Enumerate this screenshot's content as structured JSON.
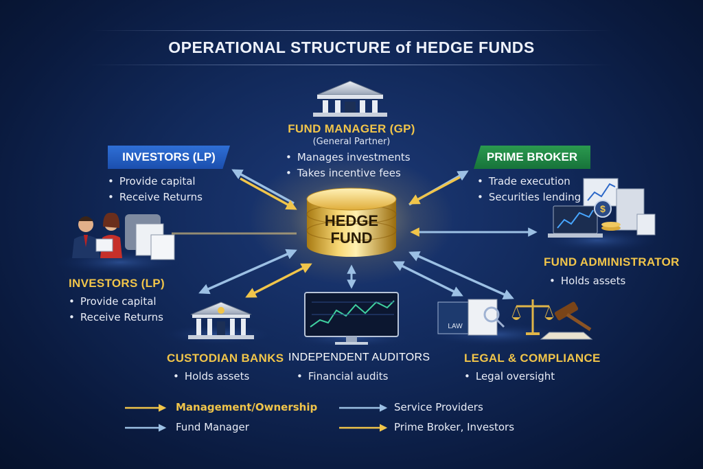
{
  "title": "OPERATIONAL STRUCTURE of HEDGE FUNDS",
  "center": {
    "line1": "HEDGE",
    "line2": "FUND"
  },
  "fund_manager": {
    "heading": "FUND MANAGER (GP)",
    "subtitle": "(General Partner)",
    "bullets": [
      "Manages investments",
      "Takes incentive fees"
    ]
  },
  "investors_top": {
    "heading": "INVESTORS (LP)",
    "bullets": [
      "Provide capital",
      "Receive Returns"
    ]
  },
  "investors_left": {
    "heading": "INVESTORS (LP)",
    "bullets": [
      "Provide capital",
      "Receive Returns"
    ]
  },
  "prime_broker": {
    "heading": "PRIME BROKER",
    "bullets": [
      "Trade execution",
      "Securities lending"
    ]
  },
  "fund_administrator": {
    "heading": "FUND ADMINISTRATOR",
    "bullets": [
      "Holds assets"
    ]
  },
  "custodian_banks": {
    "heading": "CUSTODIAN BANKS",
    "bullets": [
      "Holds assets"
    ]
  },
  "independent_auditors": {
    "heading": "INDEPENDENT AUDITORS",
    "bullets": [
      "Financial audits"
    ]
  },
  "legal_compliance": {
    "heading": "LEGAL & COMPLIANCE",
    "bullets": [
      "Legal oversight"
    ],
    "book_label": "LAW"
  },
  "legend": {
    "management": "Management/Ownership",
    "service": "Service Providers",
    "fund_manager": "Fund Manager",
    "prime_investors": "Prime Broker, Investors"
  },
  "colors": {
    "gold_arrow": "#f1c54a",
    "blue_arrow": "#8fb6dc",
    "banner_blue": "#1b4fae",
    "banner_green": "#17733a",
    "heading_gold": "#f1c54a"
  }
}
